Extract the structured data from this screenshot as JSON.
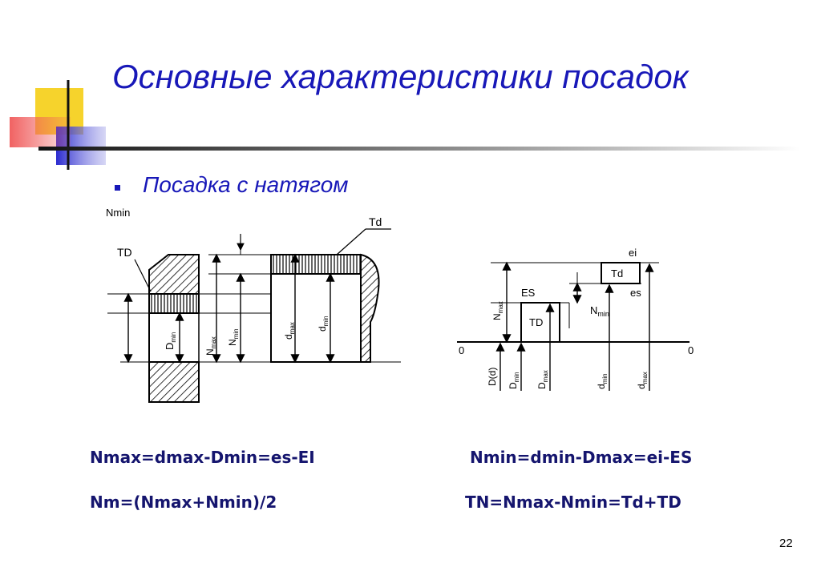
{
  "slide": {
    "title": "Основные характеристики посадок",
    "bullet": "Посадка с натягом",
    "page_number": "22"
  },
  "left_diagram": {
    "labels": {
      "nmin_top": "Nmin",
      "TD": "TD",
      "Td": "Td",
      "Dmin_base": "D",
      "Dmin_sub": "min",
      "Nmax_base": "N",
      "Nmax_sub": "max",
      "Nmin_base": "N",
      "Nmin_sub": "min",
      "dmax_base": "d",
      "dmax_sub": "max",
      "dmin_base": "d",
      "dmin_sub": "min"
    }
  },
  "right_diagram": {
    "labels": {
      "ei": "ei",
      "es": "es",
      "ES": "ES",
      "Td": "Td",
      "TD": "TD",
      "Nmax_base": "N",
      "Nmax_sub": "max",
      "Nmin_base": "N",
      "Nmin_sub": "min",
      "zero_left": "0",
      "zero_right": "0",
      "Dd": "D(d)",
      "Dmin_base": "D",
      "Dmin_sub": "min",
      "Dmax_base": "D",
      "Dmax_sub": "max",
      "dmin_base": "d",
      "dmin_sub": "min",
      "dmax_base": "d",
      "dmax_sub": "max"
    }
  },
  "formulas": {
    "nmax": "Nmax=dmax-Dmin=es-EI",
    "nmin": "Nmin=dmin-Dmax=ei-ES",
    "nm": "Nm=(Nmax+Nmin)/2",
    "tn": "TN=Nmax-Nmin=Td+TD"
  },
  "colors": {
    "title": "#1818b8",
    "formula": "#15156e",
    "deco_yellow": "#f6d32c",
    "deco_red": "#f05a5a",
    "deco_blue": "#3030c8"
  }
}
